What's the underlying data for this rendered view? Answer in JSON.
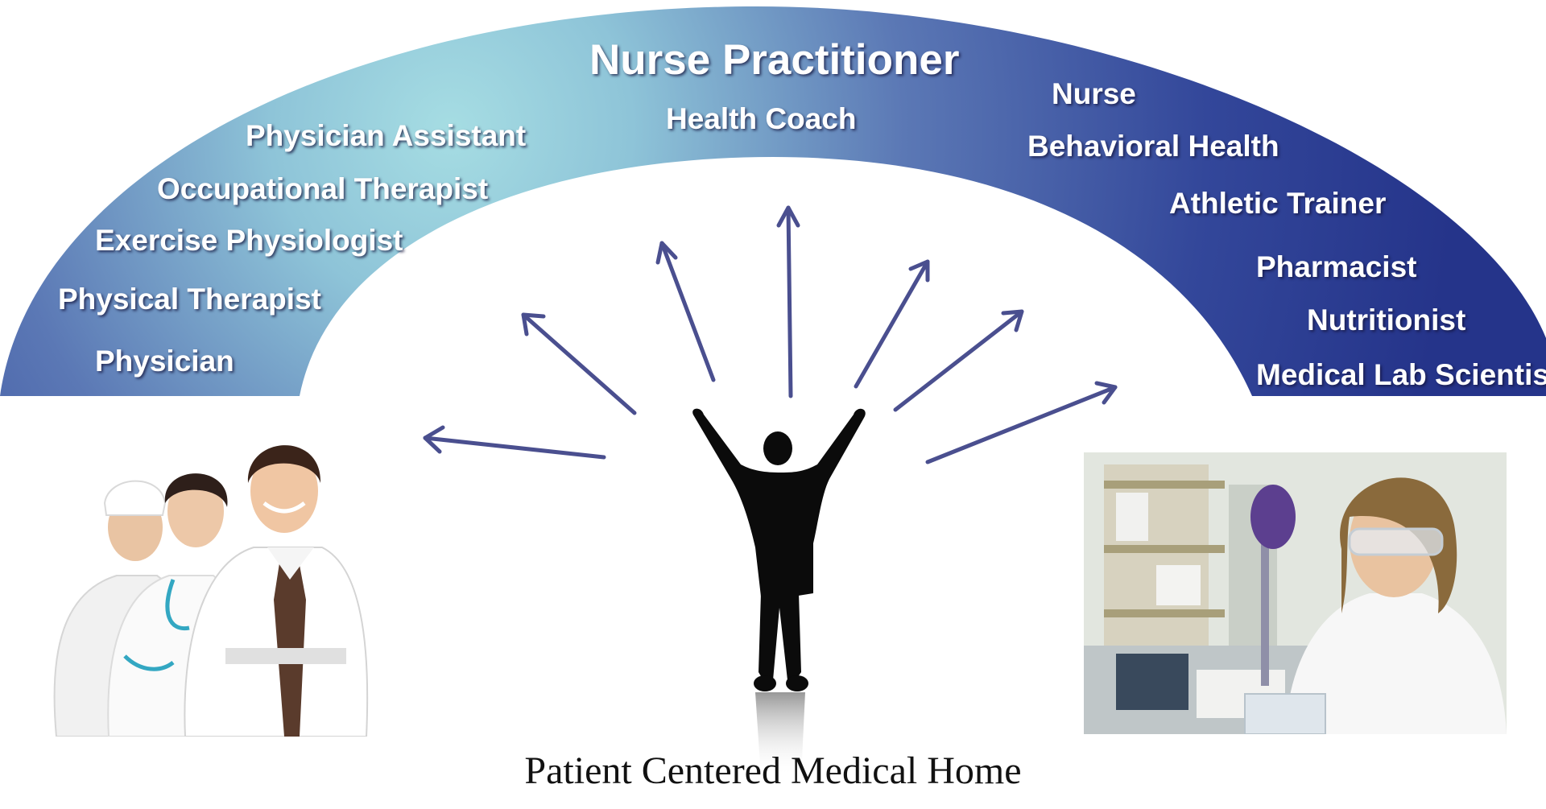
{
  "center_label": "Nurse Practitioner",
  "left_roles": [
    "Physician Assistant",
    "Occupational Therapist",
    "Exercise Physiologist",
    "Physical Therapist",
    "Physician"
  ],
  "top_role": "Health Coach",
  "right_roles": [
    "Nurse",
    "Behavioral Health",
    "Athletic Trainer",
    "Pharmacist",
    "Nutritionist",
    "Medical Lab Scientis"
  ],
  "caption": "Patient Centered Medical Home",
  "colors": {
    "arch_dark": "#25348a",
    "arch_light": "#a6dde3",
    "arrow": "#4a4f8f",
    "text": "#ffffff"
  },
  "images": {
    "left_photo": "medical-team-photo",
    "right_photo": "lab-scientist-photo",
    "center_figure": "patient-silhouette"
  }
}
